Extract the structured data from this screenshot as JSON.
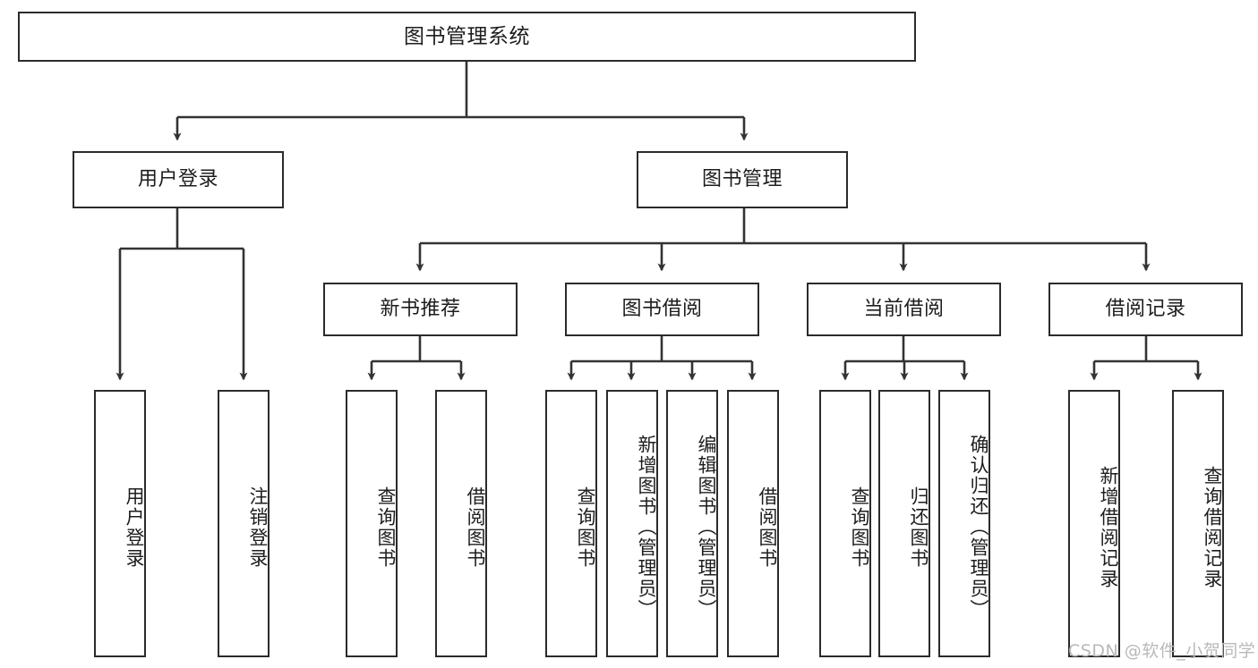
{
  "diagram": {
    "title_node": {
      "id": "root",
      "label": "图书管理系统"
    },
    "level2": [
      {
        "id": "user-login",
        "label": "用户登录"
      },
      {
        "id": "book-management",
        "label": "图书管理"
      }
    ],
    "level3": [
      {
        "id": "new-book-recommend",
        "label": "新书推荐"
      },
      {
        "id": "book-borrow",
        "label": "图书借阅"
      },
      {
        "id": "current-borrow",
        "label": "当前借阅"
      },
      {
        "id": "borrow-record",
        "label": "借阅记录"
      }
    ],
    "leaves": {
      "user_login": [
        {
          "id": "leaf-user-login",
          "label": "用户登录"
        },
        {
          "id": "leaf-logout-login",
          "label": "注销登录"
        }
      ],
      "new_book_recommend": [
        {
          "id": "leaf-query-book-1",
          "label": "查询图书"
        },
        {
          "id": "leaf-borrow-book-1",
          "label": "借阅图书"
        }
      ],
      "book_borrow": [
        {
          "id": "leaf-query-book-2",
          "label": "查询图书"
        },
        {
          "id": "leaf-add-book",
          "label": "新增图书（管理员）"
        },
        {
          "id": "leaf-edit-book",
          "label": "编辑图书（管理员）"
        },
        {
          "id": "leaf-borrow-book-2",
          "label": "借阅图书"
        }
      ],
      "current_borrow": [
        {
          "id": "leaf-query-book-3",
          "label": "查询图书"
        },
        {
          "id": "leaf-return-book",
          "label": "归还图书"
        },
        {
          "id": "leaf-confirm-return",
          "label": "确认归还（管理员）"
        }
      ],
      "borrow_record": [
        {
          "id": "leaf-add-record",
          "label": "新增借阅记录"
        },
        {
          "id": "leaf-query-record",
          "label": "查询借阅记录"
        }
      ]
    }
  },
  "watermark": {
    "text": "CSDN @软件_小贺同学"
  },
  "colors": {
    "node_border": "#2b2b2b",
    "node_fill": "#ffffff",
    "edge": "#333333",
    "text": "#1d1d1d",
    "watermark": "#b9b9b9",
    "background": "#ffffff"
  }
}
